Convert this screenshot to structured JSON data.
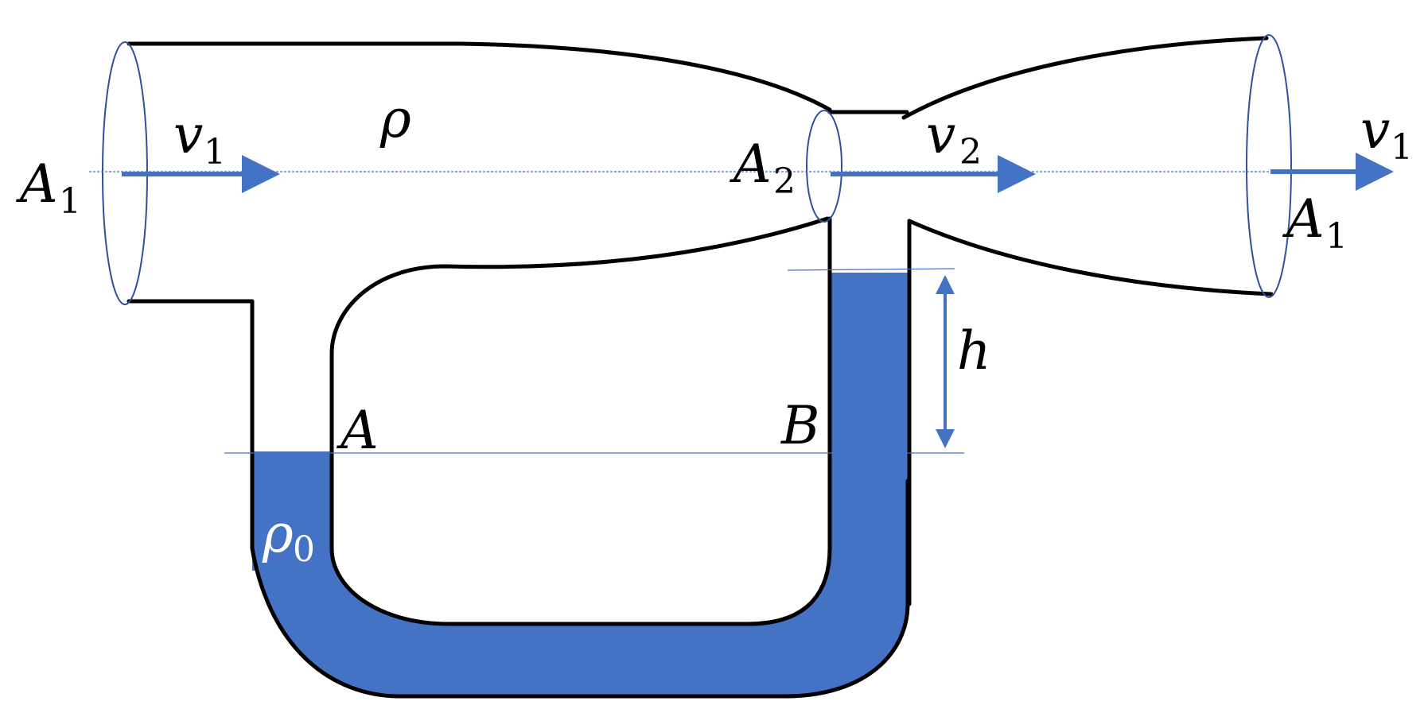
{
  "diagram": {
    "labels": {
      "rho": "ρ",
      "rho0_main": "ρ",
      "rho0_sub": "0",
      "a1_left_main": "A",
      "a1_left_sub": "1",
      "v1_left_main": "v",
      "v1_left_sub": "1",
      "a2_main": "A",
      "a2_sub": "2",
      "v2_main": "v",
      "v2_sub": "2",
      "v1_right_main": "v",
      "v1_right_sub": "1",
      "a1_right_main": "A",
      "a1_right_sub": "1",
      "h": "h",
      "point_a": "A",
      "point_b": "B"
    },
    "colors": {
      "fluid": "#4472c4",
      "arrow": "#4472c4",
      "outline": "#000000",
      "guide": "#4472c4",
      "background": "#ffffff"
    }
  }
}
